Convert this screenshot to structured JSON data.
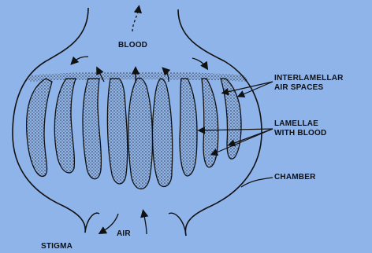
{
  "labels": {
    "blood": "BLOOD",
    "interlamellar_line1": "INTERLAMELLAR",
    "interlamellar_line2": "AIR SPACES",
    "lamellae_line1": "LAMELLAE",
    "lamellae_line2": "WITH BLOOD",
    "chamber": "CHAMBER",
    "air": "AIR",
    "stigma": "STIGMA"
  },
  "colors": {
    "background": "#8fb4ea",
    "ink": "#111111",
    "stipple": "#2a2a2a"
  },
  "icons": [
    "flow-arrow-icon"
  ]
}
